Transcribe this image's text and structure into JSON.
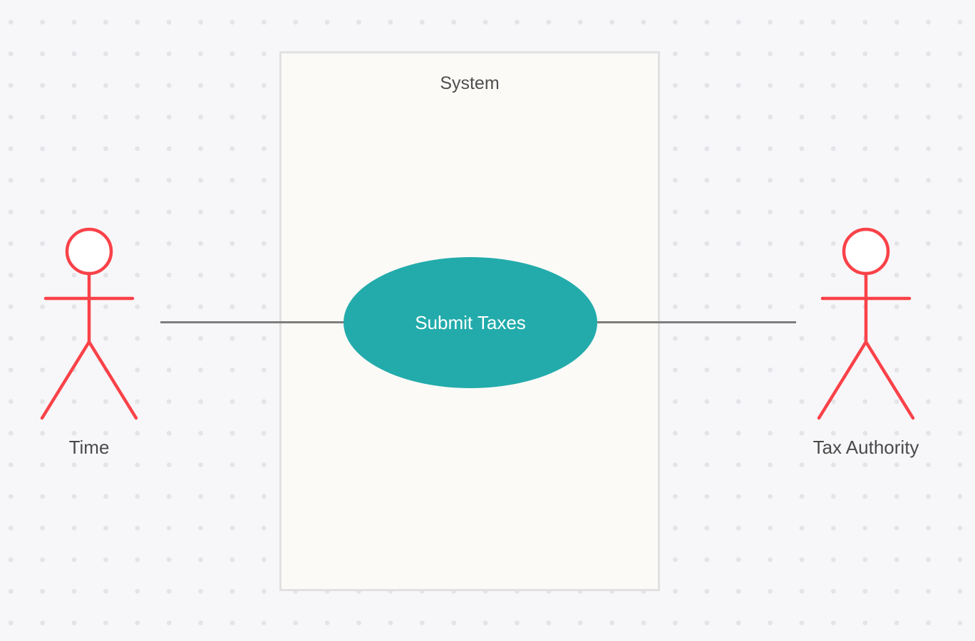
{
  "diagram": {
    "type": "UML Use Case Diagram",
    "system_boundary": {
      "label": "System"
    },
    "use_case": {
      "label": "Submit Taxes"
    },
    "actors": [
      {
        "label": "Time",
        "side": "left"
      },
      {
        "label": "Tax Authority",
        "side": "right"
      }
    ],
    "associations": [
      {
        "from": "Time",
        "to": "Submit Taxes"
      },
      {
        "from": "Tax Authority",
        "to": "Submit Taxes"
      }
    ],
    "colors": {
      "canvas_background": "#f7f7f9",
      "dot_grid": "#e3e3e8",
      "system_fill": "#fbfaf7",
      "system_border": "#e1e1e1",
      "use_case_fill": "#23abab",
      "use_case_text": "#ffffff",
      "actor_stroke": "#fa4249",
      "association_line": "#7d7d7d",
      "label_text": "#4a4a4a"
    }
  }
}
